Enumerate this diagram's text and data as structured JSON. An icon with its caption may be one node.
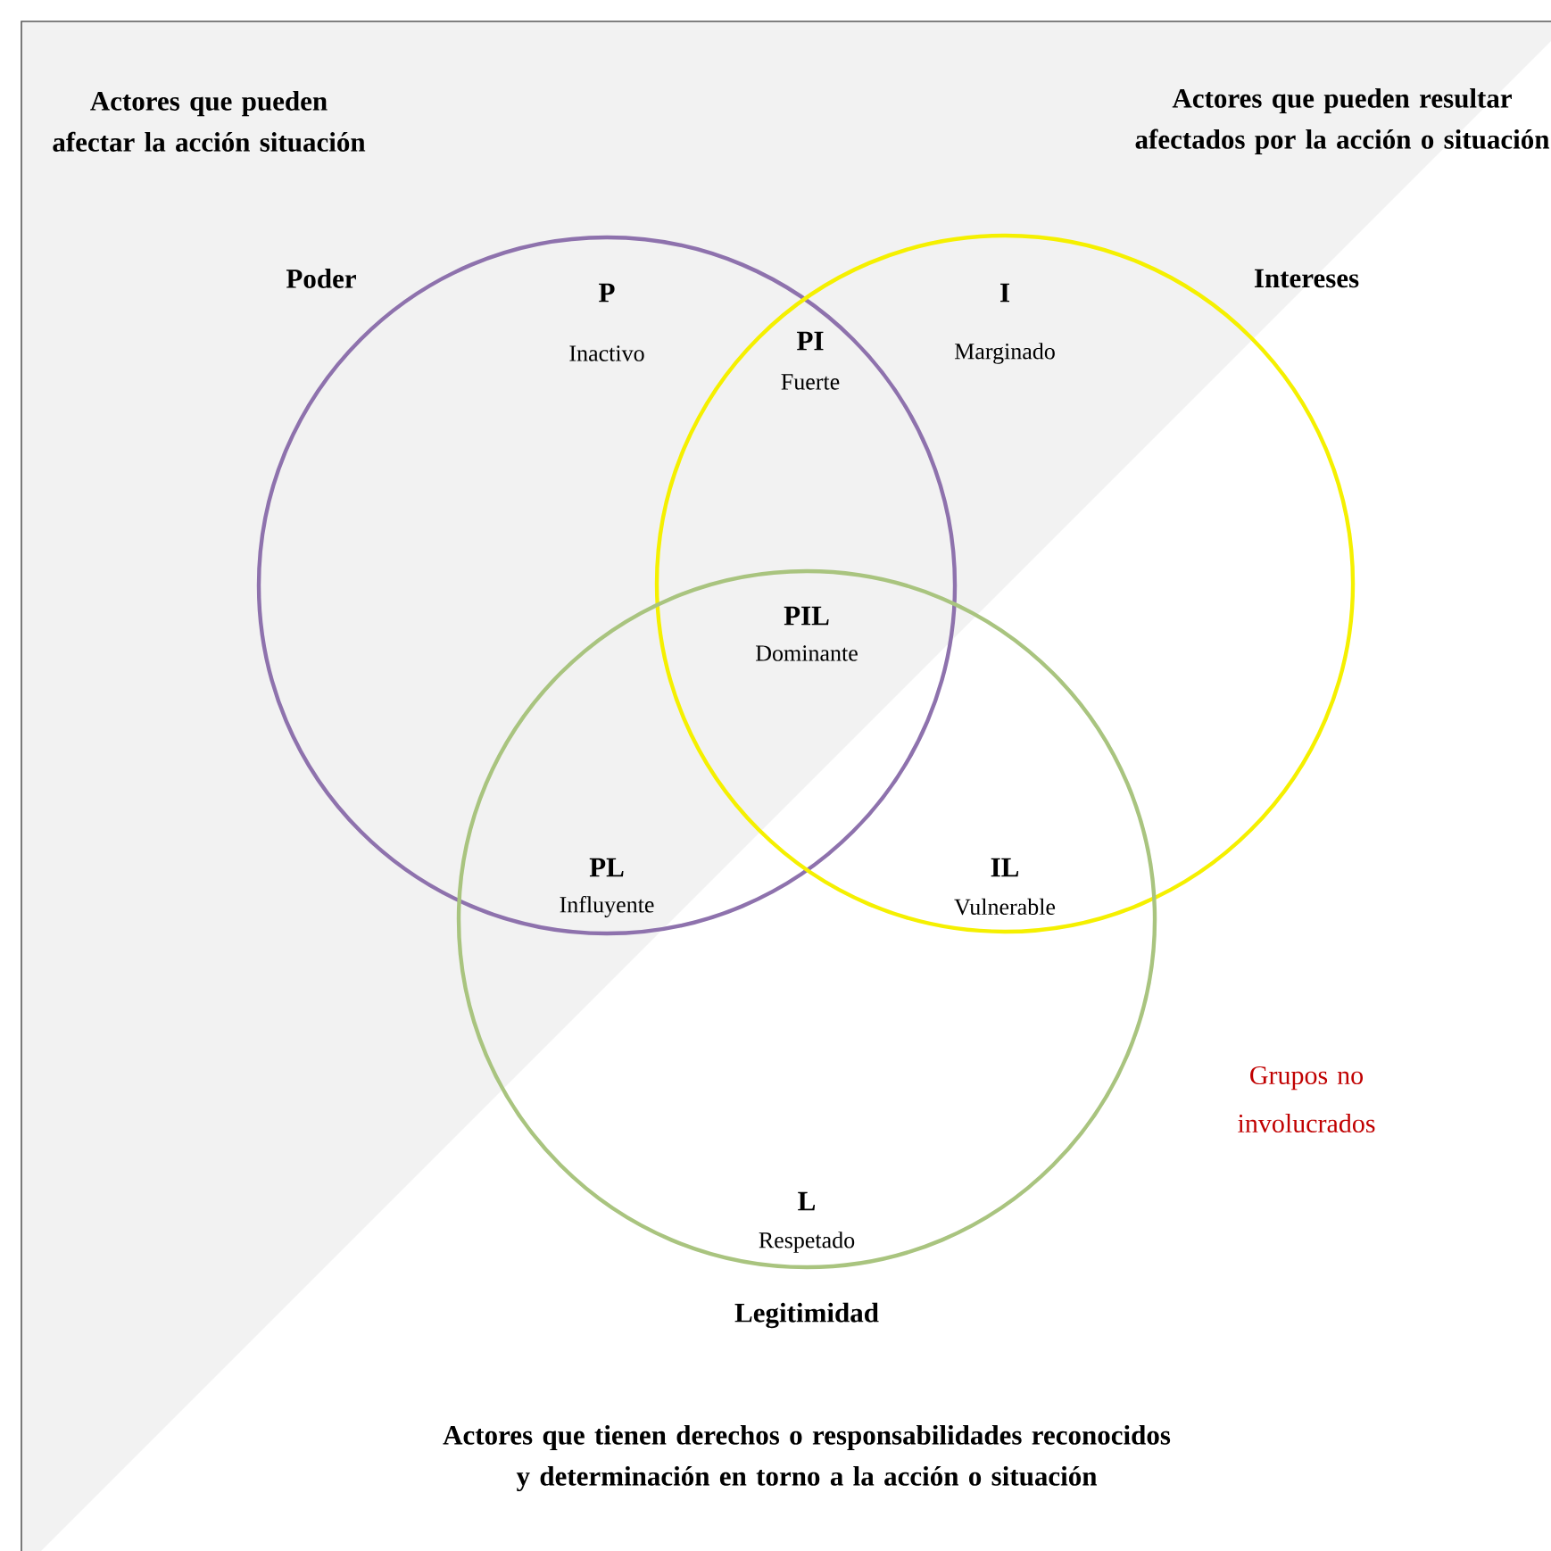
{
  "diagram": {
    "nodes": [
      {
        "text": [
          "Poder"
        ]
      },
      {
        "text": [
          "Intereses"
        ]
      },
      {
        "text": [
          "Legitimidad"
        ]
      }
    ],
    "edges": [],
    "labels": [
      "Actores que pueden afectar la acción situación",
      "Actores que pueden resultar afectados por la acción o situación",
      "P",
      "Inactivo",
      "PI",
      "Fuerte",
      "I",
      "Marginado",
      "PIL",
      "Dominante",
      "PL",
      "Influyente",
      "IL",
      "Vulnerable",
      "Grupos no involucrados",
      "L",
      "Respetado",
      "Actores que tienen derechos o responsabilidades reconocidos y determinación en torno a la acción o situación"
    ]
  }
}
